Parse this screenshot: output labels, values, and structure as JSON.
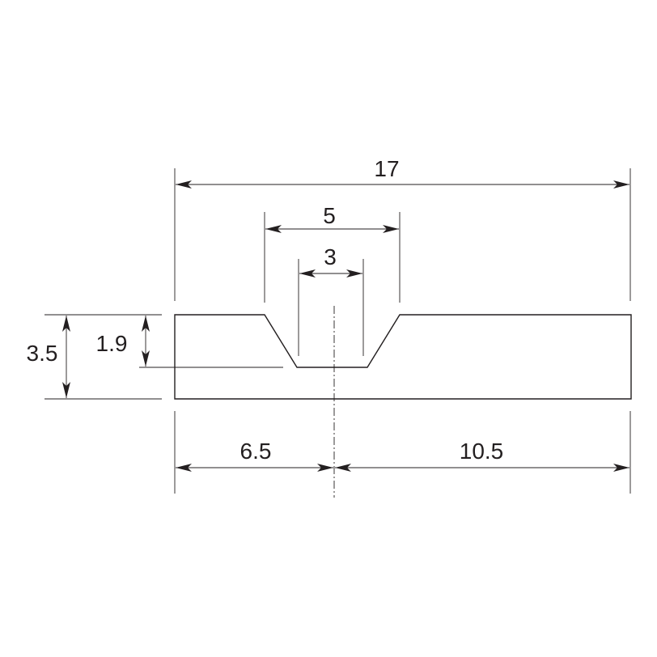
{
  "dimensions": {
    "overall_width": "17",
    "groove_top_width": "5",
    "groove_bottom_width": "3",
    "left_to_center": "6.5",
    "right_of_center": "10.5",
    "total_height": "3.5",
    "remaining_height": "1.9"
  },
  "colors": {
    "line": "#231f20",
    "background": "#ffffff"
  }
}
